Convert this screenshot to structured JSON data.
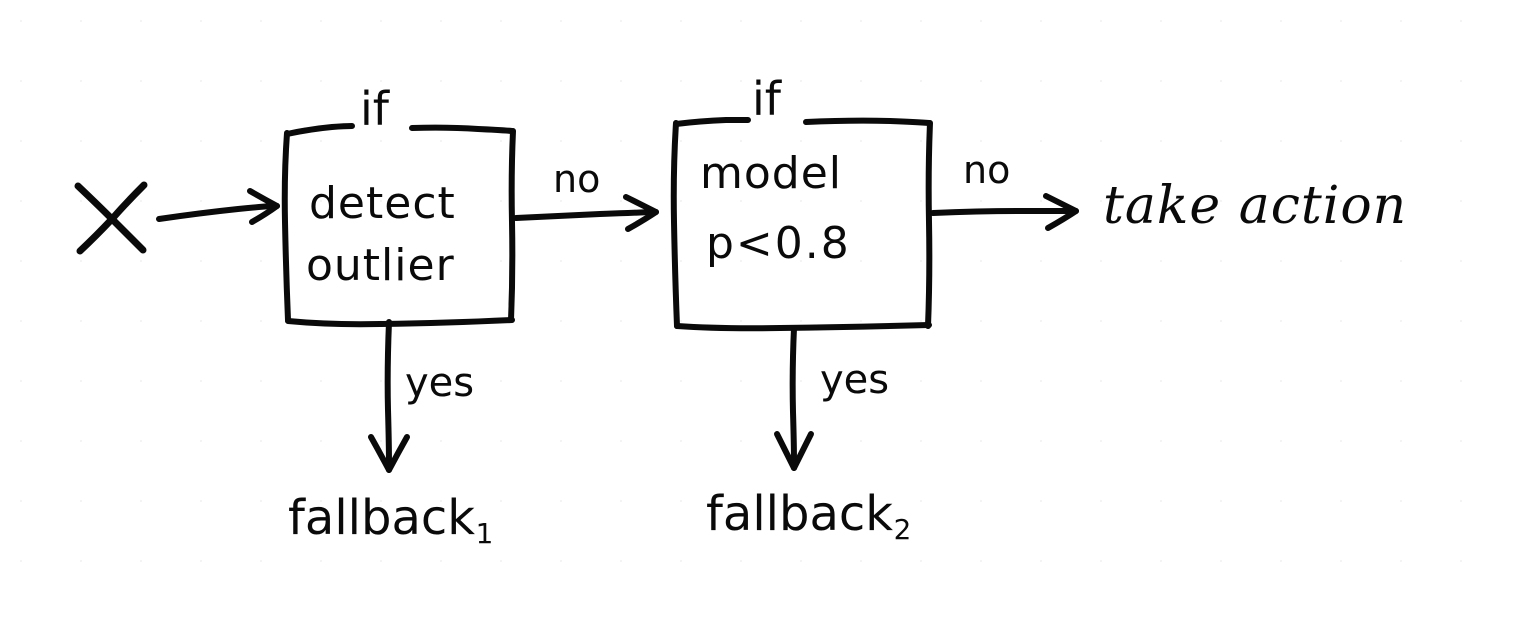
{
  "diagram": {
    "title_visible": false,
    "ink_color": "#0a0a0a",
    "paper_color": "#ffffff",
    "grid_dot_color": "#f0f0f0",
    "input": {
      "label": "X"
    },
    "nodes": [
      {
        "id": "node-detect-outlier",
        "header_label": "if",
        "body_line1": "detect",
        "body_line2": "outlier"
      },
      {
        "id": "node-model-confidence",
        "header_label": "if",
        "body_line1": "model",
        "body_line2": "p<0.8"
      }
    ],
    "terminals": [
      {
        "id": "terminal-fallback-1",
        "label": "fallback",
        "subscript": "1"
      },
      {
        "id": "terminal-fallback-2",
        "label": "fallback",
        "subscript": "2"
      },
      {
        "id": "terminal-take-action",
        "label": "take action",
        "subscript": ""
      }
    ],
    "edges": [
      {
        "id": "edge-input-to-detect",
        "label": "",
        "from": "X",
        "to": "node-detect-outlier",
        "direction": "right"
      },
      {
        "id": "edge-detect-no",
        "label": "no",
        "from": "node-detect-outlier",
        "to": "node-model-confidence",
        "direction": "right"
      },
      {
        "id": "edge-detect-yes",
        "label": "yes",
        "from": "node-detect-outlier",
        "to": "terminal-fallback-1",
        "direction": "down"
      },
      {
        "id": "edge-model-no",
        "label": "no",
        "from": "node-model-confidence",
        "to": "terminal-take-action",
        "direction": "right"
      },
      {
        "id": "edge-model-yes",
        "label": "yes",
        "from": "node-model-confidence",
        "to": "terminal-fallback-2",
        "direction": "down"
      }
    ]
  }
}
